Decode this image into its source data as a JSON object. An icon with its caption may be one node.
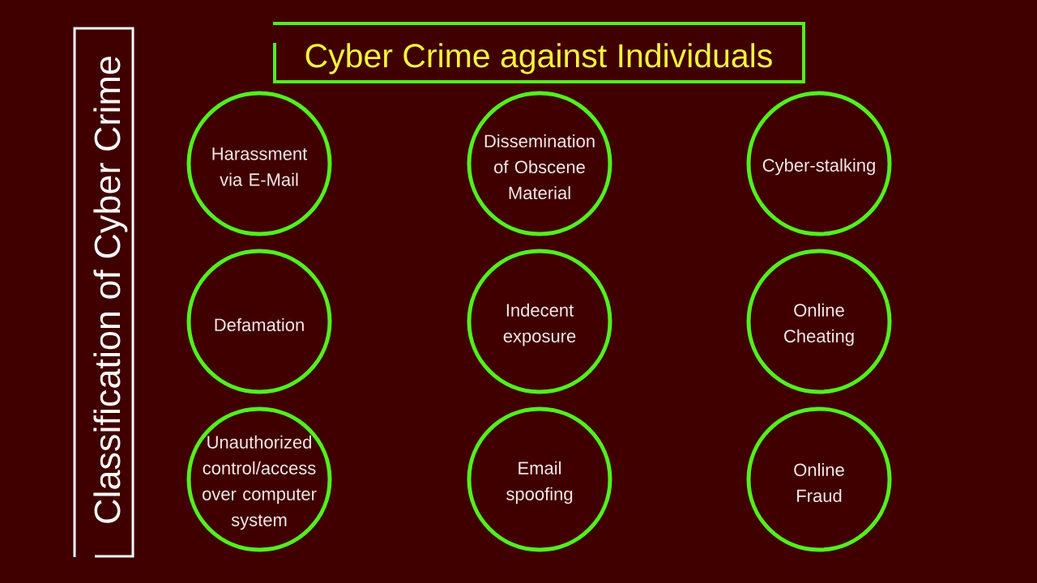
{
  "diagram": {
    "nodes": [
      {
        "text": [
          "Classification of Cyber Crime"
        ]
      },
      {
        "text": [
          "Cyber Crime against Individuals"
        ]
      },
      {
        "text": [
          "Harassment via E-Mail"
        ]
      },
      {
        "text": [
          "Dissemination of Obscene Material"
        ]
      },
      {
        "text": [
          "Cyber-stalking"
        ]
      },
      {
        "text": [
          "Defamation"
        ]
      },
      {
        "text": [
          "Indecent exposure"
        ]
      },
      {
        "text": [
          "Online Cheating"
        ]
      },
      {
        "text": [
          "Unauthorized control/access over computer system"
        ]
      },
      {
        "text": [
          "Email spoofing"
        ]
      },
      {
        "text": [
          "Online Fraud"
        ]
      }
    ]
  }
}
